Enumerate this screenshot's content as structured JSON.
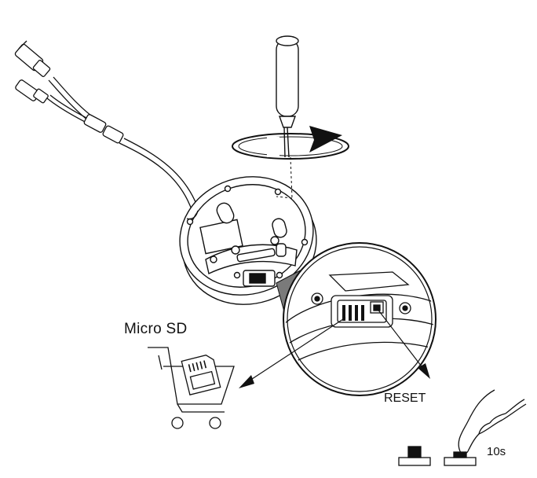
{
  "labels": {
    "micro_sd": "Micro SD",
    "reset": "RESET",
    "hold_time": "10s"
  },
  "colors": {
    "line": "#111111",
    "fill": "#ffffff",
    "wedge": "#7a7a7a",
    "button_pressed": "#111111"
  },
  "icons": {
    "screwdriver": "screwdriver-icon",
    "rotation": "rotation-arrow-icon",
    "camera": "dome-camera-icon",
    "cart": "sd-card-tray-icon",
    "finger": "finger-press-icon"
  }
}
